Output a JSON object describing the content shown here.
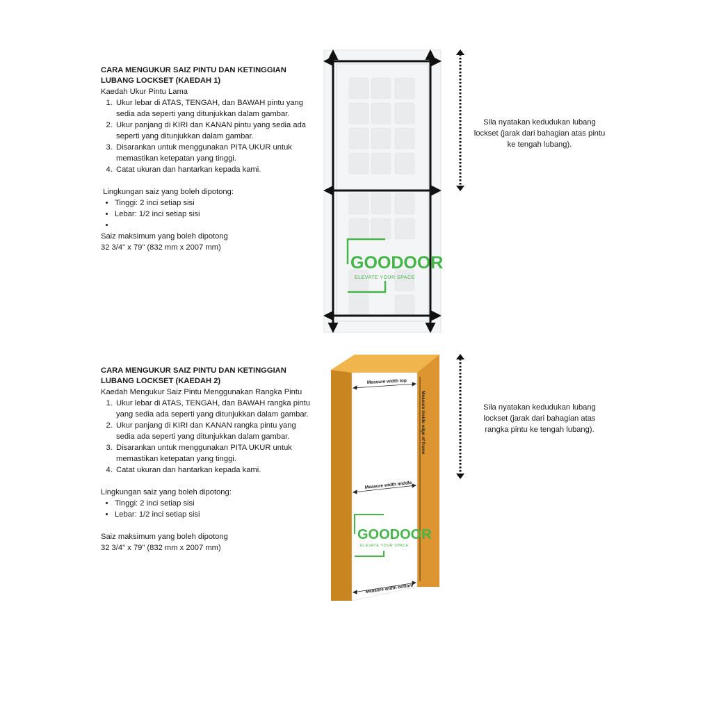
{
  "method1": {
    "title": "CARA MENGUKUR SAIZ PINTU DAN KETINGGIAN LUBANG LOCKSET (KAEDAH 1)",
    "subtitle": "Kaedah Ukur Pintu Lama",
    "steps": [
      "Ukur lebar di ATAS, TENGAH, dan BAWAH pintu yang sedia ada seperti yang ditunjukkan dalam gambar.",
      "Ukur panjang di KIRI dan KANAN pintu yang sedia ada seperti yang ditunjukkan dalam gambar.",
      "Disarankan untuk menggunakan PITA UKUR untuk memastikan ketepatan yang tinggi.",
      "Catat ukuran dan hantarkan kepada kami."
    ],
    "range_heading": " Lingkungan saiz yang boleh dipotong:",
    "range_items": [
      "Tinggi: 2 inci setiap sisi",
      "Lebar: 1/2 inci setiap sisi",
      ""
    ],
    "max_heading": "Saiz maksimum yang boleh dipotong",
    "max_value": "32 3/4\" x 79\" (832 mm x 2007 mm)",
    "note": "Sila nyatakan kedudukan lubang lockset (jarak dari bahagian atas pintu ke tengah lubang)."
  },
  "method2": {
    "title": "CARA MENGUKUR SAIZ PINTU DAN KETINGGIAN LUBANG LOCKSET (KAEDAH 2)",
    "subtitle": "Kaedah Mengukur Saiz Pintu Menggunakan Rangka Pintu",
    "steps": [
      "Ukur lebar di ATAS, TENGAH, dan BAWAH rangka pintu yang sedia ada seperti yang ditunjukkan dalam gambar.",
      "Ukur panjang di KIRI dan KANAN rangka pintu yang sedia ada seperti yang ditunjukkan dalam gambar.",
      "Disarankan untuk menggunakan PITA UKUR untuk memastikan ketepatan yang tinggi.",
      "Catat ukuran dan hantarkan kepada kami."
    ],
    "range_heading": "Lingkungan saiz yang boleh dipotong:",
    "range_items": [
      "Tinggi: 2 inci setiap sisi",
      "Lebar: 1/2 inci setiap sisi"
    ],
    "max_heading": "Saiz maksimum yang boleh dipotong",
    "max_value": "32 3/4\" x 79\" (832 mm x 2007 mm)",
    "note": "Sila nyatakan kedudukan lubang lockset (jarak dari bahagian atas rangka pintu ke tengah lubang).",
    "frame_labels": {
      "top": "Measure width top",
      "middle": "Measure width middle",
      "bottom": "Measure width bottom",
      "side": "Measure inside edge of frame"
    }
  },
  "logo": {
    "name": "GOODOOR",
    "tagline": "ELEVATE YOUR SPACE"
  },
  "colors": {
    "logo_green": "#44b548",
    "frame_orange": "#e8a33a",
    "arrow_black": "#111111"
  },
  "icons": [
    "double-arrow-icon",
    "dotted-arrow-icon"
  ]
}
